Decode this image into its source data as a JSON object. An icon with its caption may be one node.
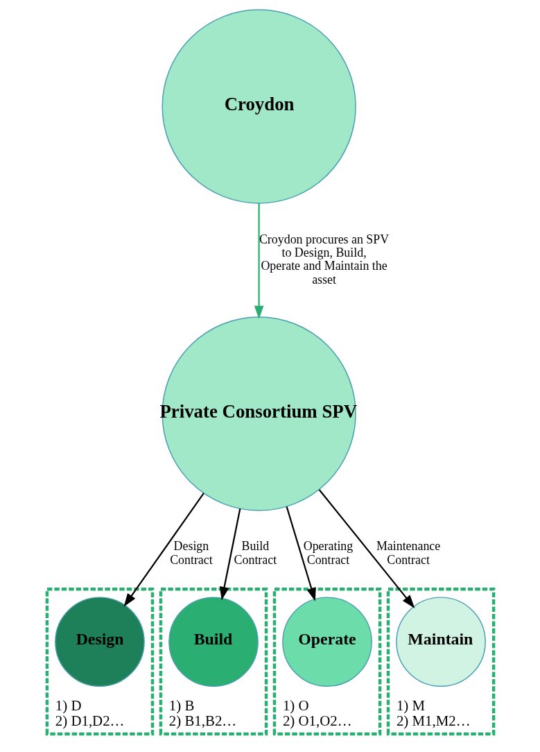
{
  "diagram": {
    "nodes": [
      {
        "text": [
          "Croydon"
        ]
      },
      {
        "text": [
          "Private Consortium SPV"
        ]
      },
      {
        "text": [
          "1) D",
          "2) D1,D2…"
        ]
      },
      {
        "text": [
          "Design"
        ],
        "in": 2
      },
      {
        "text": [
          "1) B",
          "2) B1,B2…"
        ]
      },
      {
        "text": [
          "Build"
        ],
        "in": 4
      },
      {
        "text": [
          "1) O",
          "2) O1,O2…"
        ]
      },
      {
        "text": [
          "Operate"
        ],
        "in": 6
      },
      {
        "text": [
          "1) M",
          "2) M1,M2…"
        ]
      },
      {
        "text": [
          "Maintain"
        ],
        "in": 8
      }
    ],
    "edges": [
      {
        "from": 0,
        "to": 1,
        "arrow": "to",
        "label": "Croydon procures an SPV to Design, Build, Operate and Maintain the asset",
        "color": "#2aae72"
      },
      {
        "from": 1,
        "to": 3,
        "arrow": "to",
        "label": "Design Contract"
      },
      {
        "from": 1,
        "to": 5,
        "arrow": "to",
        "label": "Build Contract"
      },
      {
        "from": 1,
        "to": 7,
        "arrow": "to",
        "label": "Operating Contract"
      },
      {
        "from": 1,
        "to": 9,
        "arrow": "to",
        "label": "Maintenance Contract"
      }
    ]
  }
}
